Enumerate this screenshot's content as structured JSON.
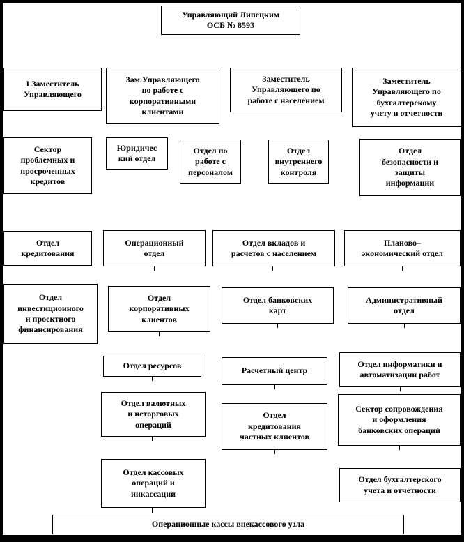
{
  "diagram": {
    "type": "org-chart",
    "title": "Управляющий Липецким ОСБ № 8593"
  },
  "colors": {
    "page_border": "#000000",
    "canvas": "#ffffff",
    "box_border": "#000000",
    "text": "#000000"
  },
  "nodes": [
    {
      "id": "head-manager",
      "label": "Управляющий Липецким\nОСБ № 8593"
    },
    {
      "id": "first-deputy",
      "label": "I Заместитель\nУправляющего"
    },
    {
      "id": "deputy-corporate",
      "label": "Зам.Управляющего\nпо работе с\nкорпоративными\nклиентами"
    },
    {
      "id": "deputy-population",
      "label": "Заместитель\nУправляющего по\nработе с населением"
    },
    {
      "id": "deputy-accounting",
      "label": "Заместитель\nУправляющего по\nбухгалтерскому\nучету и отчетности"
    },
    {
      "id": "sector-problem-loans",
      "label": "Сектор\nпроблемных и\nпросроченных\nкредитов"
    },
    {
      "id": "legal-dept",
      "label": "Юридичес\nкий отдел"
    },
    {
      "id": "hr-dept",
      "label": "Отдел по\nработе с\nперсоналом"
    },
    {
      "id": "internal-control-dept",
      "label": "Отдел\nвнутреннего\nконтроля"
    },
    {
      "id": "security-dept",
      "label": "Отдел\nбезопасности и\nзащиты\nинформации"
    },
    {
      "id": "crediting-dept",
      "label": "Отдел\nкредитования"
    },
    {
      "id": "operations-dept",
      "label": "Операционный\nотдел"
    },
    {
      "id": "deposits-dept",
      "label": "Отдел вкладов и\nрасчетов с населением"
    },
    {
      "id": "planning-economic-dept",
      "label": "Планово–\nэкономический отдел"
    },
    {
      "id": "investment-dept",
      "label": "Отдел\nинвестиционного\nи проектного\nфинансирования"
    },
    {
      "id": "corporate-clients-dept",
      "label": "Отдел\nкорпоративных\nклиентов"
    },
    {
      "id": "bank-cards-dept",
      "label": "Отдел банковских\nкарт"
    },
    {
      "id": "administrative-dept",
      "label": "Административный\nотдел"
    },
    {
      "id": "resources-dept",
      "label": "Отдел ресурсов"
    },
    {
      "id": "settlement-center",
      "label": "Расчетный центр"
    },
    {
      "id": "informatics-dept",
      "label": "Отдел информатики и\nавтоматизации работ"
    },
    {
      "id": "currency-dept",
      "label": "Отдел валютных\nи неторговых\nопераций"
    },
    {
      "id": "private-crediting-dept",
      "label": "Отдел\nкредитования\nчастных клиентов"
    },
    {
      "id": "sector-support",
      "label": "Сектор сопровождения\nи оформления\nбанковских операций"
    },
    {
      "id": "cash-operations-dept",
      "label": "Отдел кассовых\nопераций и\nинкассации"
    },
    {
      "id": "accounting-dept",
      "label": "Отдел бухгалтерского\nучета и отчетности"
    },
    {
      "id": "operational-cash-desks",
      "label": "Операционные кассы внекассового узла"
    }
  ]
}
